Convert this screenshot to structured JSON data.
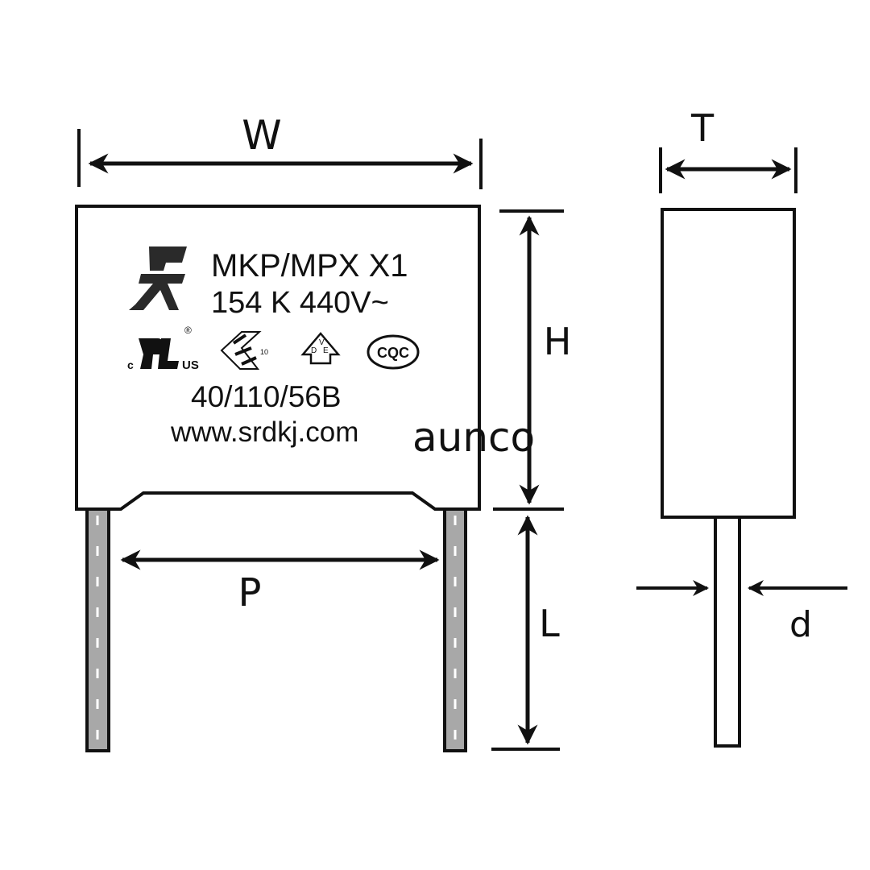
{
  "dimensions": {
    "width": "W",
    "height": "H",
    "pitch": "P",
    "lead_length": "L",
    "thickness": "T",
    "lead_diameter": "d"
  },
  "label": {
    "series": "MKP/MPX X1",
    "rating": "154  K  440V~",
    "climatic": "40/110/56B",
    "website": "www.srdkj.com"
  },
  "certifications": {
    "ul_c": "c",
    "ul_us": "US",
    "ul_reg": "®",
    "enec_num": "10",
    "vde_v": "V",
    "vde_d": "D",
    "vde_e": "E",
    "cqc": "CQC"
  },
  "watermark": "aunco",
  "colors": {
    "line": "#111111",
    "lead_fill": "#a8a8a8"
  }
}
